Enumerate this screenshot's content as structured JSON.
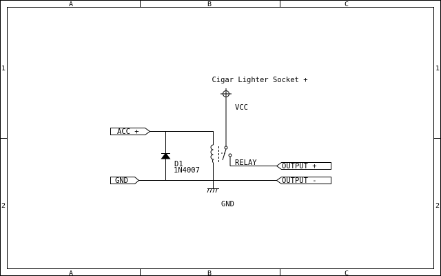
{
  "frame": {
    "columns": [
      "A",
      "B",
      "C"
    ],
    "rows": [
      "1",
      "2"
    ]
  },
  "labels": {
    "supply_title": "Cigar Lighter Socket +",
    "vcc": "VCC",
    "gnd_symbol": "GND",
    "diode_ref": "D1",
    "diode_value": "1N4007",
    "relay": "RELAY"
  },
  "ports": {
    "acc_plus": "ACC +",
    "gnd": "GND",
    "output_plus": "OUTPUT +",
    "output_minus": "OUTPUT -"
  }
}
